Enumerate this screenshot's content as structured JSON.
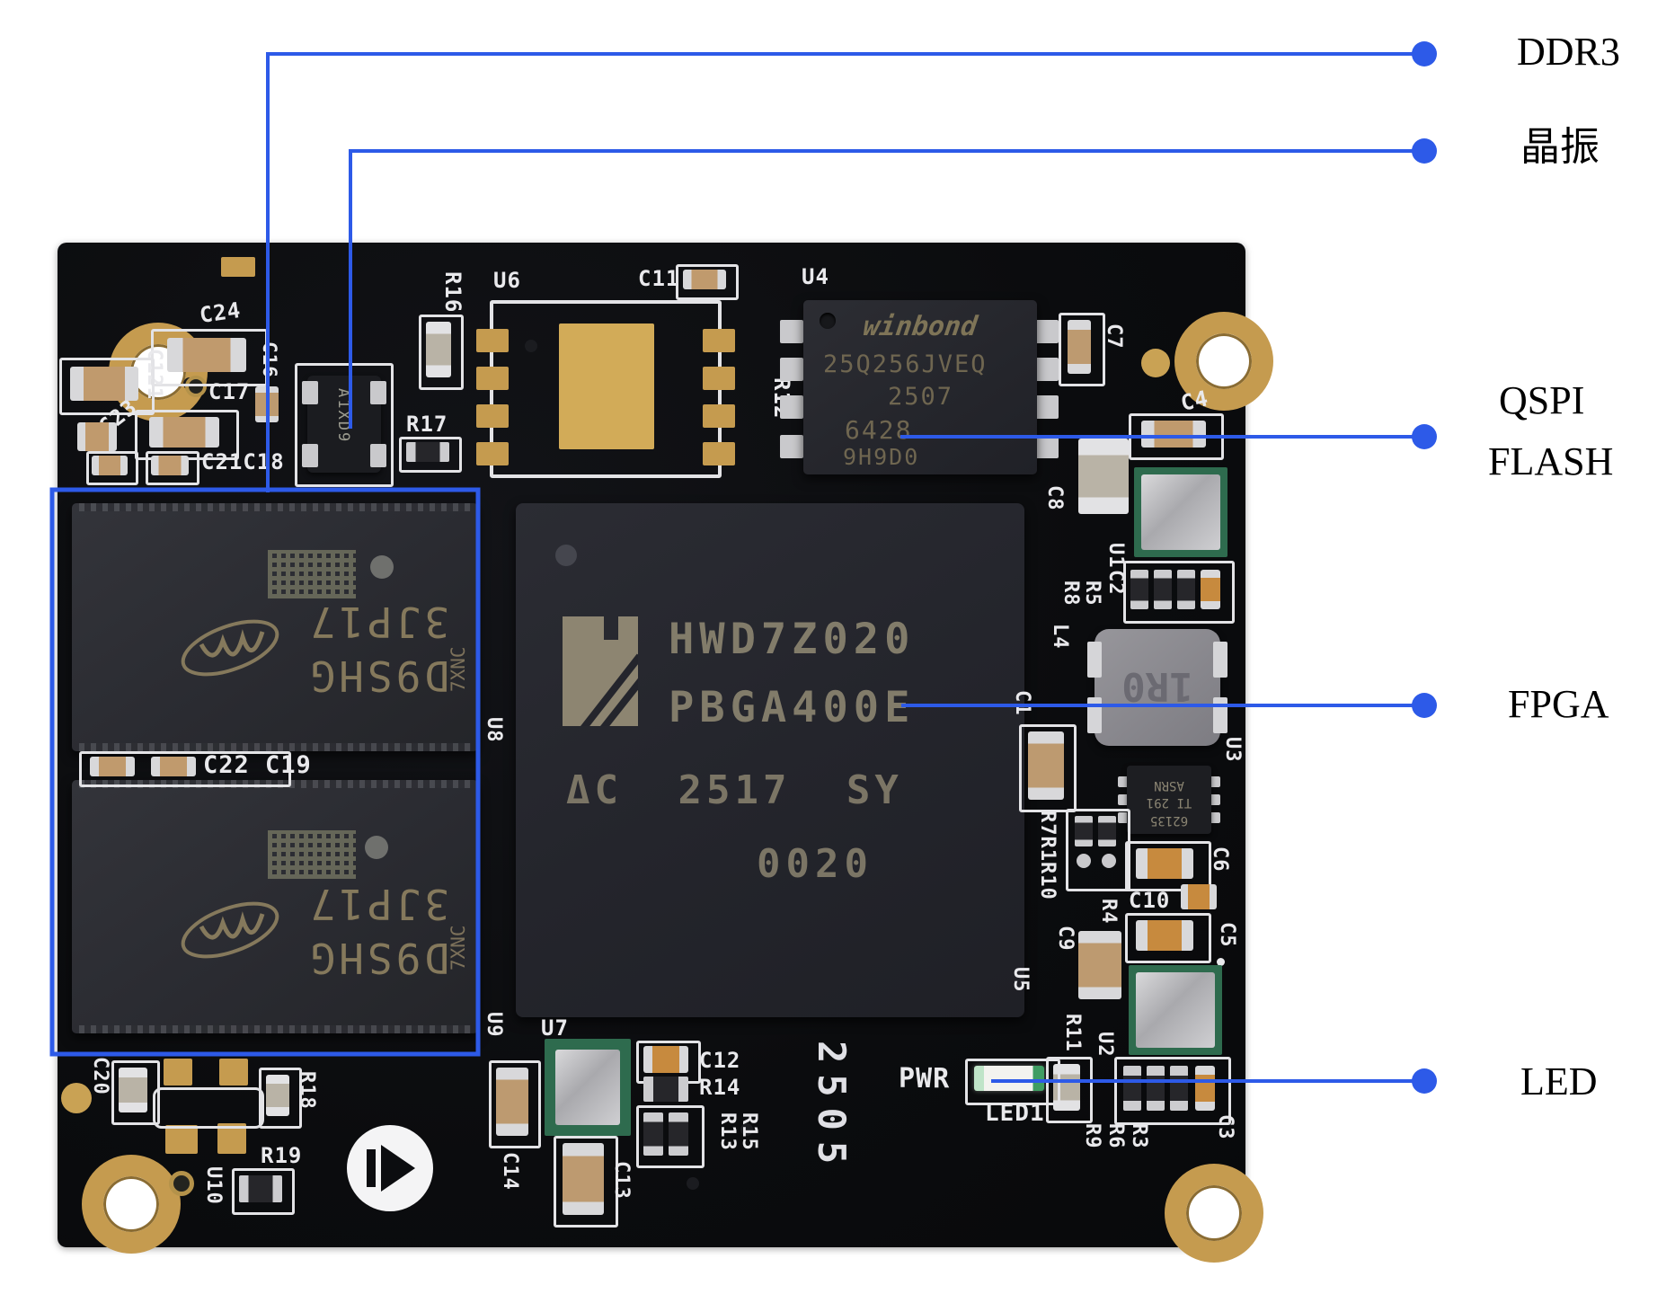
{
  "callouts": {
    "ddr3": "DDR3",
    "crystal": "晶振",
    "qspi_line1": "QSPI",
    "qspi_line2": "FLASH",
    "fpga": "FPGA",
    "led": "LED"
  },
  "chips": {
    "fpga": {
      "line1": "HWD7Z020",
      "line2": "PBGA400E",
      "line3": "ΔC 2517 SY",
      "line4": "0020"
    },
    "flash": {
      "brand": "winbond",
      "part": "25Q256JVEQ",
      "date": "2507",
      "lot1": "6428",
      "lot2": "9H9D0"
    },
    "ddr": {
      "line1": "D9SHG",
      "line2": "3JP17",
      "side": "7XNC"
    },
    "regulator": {
      "line1": "62135",
      "line2": "TI 291",
      "line3": "ASRN"
    },
    "inductor": "1R0",
    "crystal": "A1XD9",
    "date_code": "2505"
  },
  "silk": {
    "u6": "U6",
    "c11": "C11",
    "u4": "U4",
    "r16": "R16",
    "r17": "R17",
    "r12": "R12",
    "c24": "C24",
    "c121": "C121",
    "c16": "C16",
    "c17": "C17",
    "c23": "C23",
    "c21c18": "C21C18",
    "c22c19": "C22 C19",
    "u8": "U8",
    "u9": "U9",
    "c7": "C7",
    "c4": "C4",
    "c8": "C8",
    "u1": "U1",
    "c2": "C2",
    "r8": "R8",
    "r5": "R5",
    "l4": "L4",
    "u3": "U3",
    "c1": "C1",
    "r7r1r10": "R7R1R10",
    "c6": "C6",
    "c10": "C10",
    "r4": "R4",
    "c9": "C9",
    "c5": "C5",
    "u5": "U5",
    "r11": "R11",
    "u2": "U2",
    "pwr": "PWR",
    "led1": "LED1",
    "r9": "R9",
    "r6": "R6",
    "r3": "R3",
    "c3": "C3",
    "u7": "U7",
    "c12": "C12",
    "r14": "R14",
    "r13": "R13",
    "r15": "R15",
    "c14": "C14",
    "c13": "C13",
    "c20": "C20",
    "r18": "R18",
    "r19": "R19",
    "u10": "U10"
  },
  "colors": {
    "annotation": "#2d5ae8",
    "board": "#0c0d10",
    "gold": "#c59b4f",
    "silkscreen": "#e9e9ec",
    "chip_body": "#27282e"
  }
}
